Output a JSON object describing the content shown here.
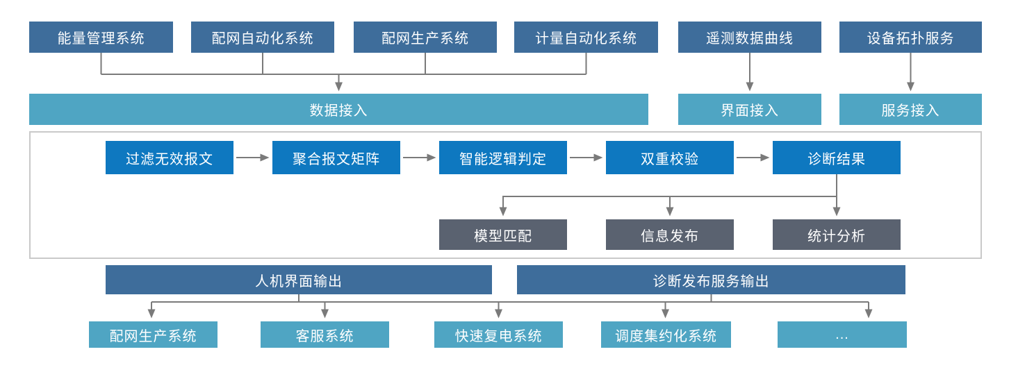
{
  "palette": {
    "source_box": "#3e6d9b",
    "access_bar": "#4fa5c3",
    "process_box": "#0e78c0",
    "analysis_box": "#5a6270",
    "output_bar": "#3e6d9b",
    "target_box": "#4fa5c3",
    "connector": "#7a7a7a",
    "container_border": "#c9c9c9",
    "text": "#ffffff"
  },
  "source_systems": [
    "能量管理系统",
    "配网自动化系统",
    "配网生产系统",
    "计量自动化系统",
    "遥测数据曲线",
    "设备拓扑服务"
  ],
  "access_layer": {
    "data": "数据接入",
    "ui": "界面接入",
    "service": "服务接入"
  },
  "process_flow": [
    "过滤无效报文",
    "聚合报文矩阵",
    "智能逻辑判定",
    "双重校验",
    "诊断结果"
  ],
  "analysis_outputs": [
    "模型匹配",
    "信息发布",
    "统计分析"
  ],
  "output_channels": [
    "人机界面输出",
    "诊断发布服务输出"
  ],
  "target_systems": [
    "配网生产系统",
    "客服系统",
    "快速复电系统",
    "调度集约化系统",
    "..."
  ]
}
